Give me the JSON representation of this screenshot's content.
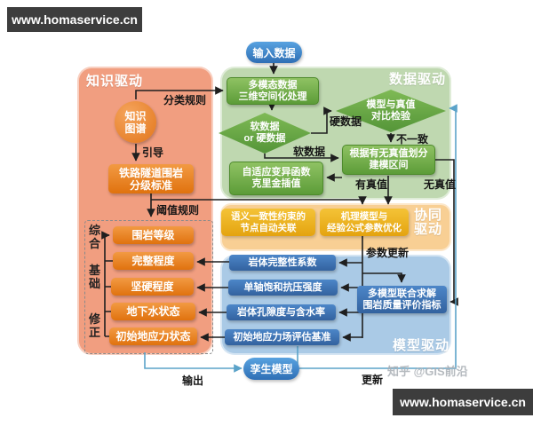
{
  "banners": {
    "top": "www.homaservice.cn",
    "bottom": "www.homaservice.cn"
  },
  "watermark": "知乎 @GIS前沿",
  "sections": {
    "knowledge": {
      "title": "知识驱动"
    },
    "data": {
      "title": "数据驱动"
    },
    "collaborative": {
      "title": [
        "协同",
        "驱动"
      ]
    },
    "model": {
      "title": "模型驱动"
    }
  },
  "nodes": {
    "input_data": {
      "lines": [
        "输入数据"
      ]
    },
    "multimodal": {
      "lines": [
        "多模态数据",
        "三维空间化处理"
      ]
    },
    "soft_or_hard": {
      "lines": [
        "软数据",
        "or 硬数据"
      ]
    },
    "compare_check": {
      "lines": [
        "模型与真值",
        "对比检验"
      ]
    },
    "interval": {
      "lines": [
        "根据有无真值划分",
        "建模区间"
      ]
    },
    "kriging": {
      "lines": [
        "自适应变异函数",
        "克里金插值"
      ]
    },
    "semantic": {
      "lines": [
        "语义一致性约束的",
        "节点自动关联"
      ]
    },
    "mechanism": {
      "lines": [
        "机理模型与",
        "经验公式参数优化"
      ]
    },
    "knowledge_graph": {
      "lines": [
        "知识",
        "图谱"
      ]
    },
    "railway_standard": {
      "lines": [
        "铁路隧道围岩",
        "分级标准"
      ]
    },
    "rock_grade": {
      "lines": [
        "围岩等级"
      ]
    },
    "integrity": {
      "lines": [
        "完整程度"
      ]
    },
    "hardness": {
      "lines": [
        "坚硬程度"
      ]
    },
    "groundwater": {
      "lines": [
        "地下水状态"
      ]
    },
    "initial_stress": {
      "lines": [
        "初始地应力状态"
      ]
    },
    "integrity_coeff": {
      "lines": [
        "岩体完整性系数"
      ]
    },
    "compressive_strength": {
      "lines": [
        "单轴饱和抗压强度"
      ]
    },
    "porosity_water": {
      "lines": [
        "岩体孔隙度与含水率"
      ]
    },
    "stress_benchmark": {
      "lines": [
        "初始地应力场评估基准"
      ]
    },
    "multi_model": {
      "lines": [
        "多模型联合求解",
        "围岩质量评价指标"
      ]
    },
    "twin_model": {
      "lines": [
        "孪生模型"
      ]
    }
  },
  "labels": {
    "classification_rules": "分类规则",
    "guide": "引导",
    "threshold_rules": "阈值规则",
    "hard_data": "硬数据",
    "soft_data": "软数据",
    "inconsistent": "不一致",
    "has_truth": "有真值",
    "no_truth": "无真值",
    "param_update": "参数更新",
    "output": "输出",
    "update": "更新",
    "comprehensive": "综合",
    "basic": "基础",
    "correction": "修正"
  },
  "colors": {
    "knowledge_section": "#F19E80",
    "data_section": "#BFD8B0",
    "collaborative_section": "#F8CF94",
    "model_section": "#AACAE6",
    "green_node": "#6FAE46",
    "orange_node": "#EC8322",
    "gold_node": "#EFB42A",
    "blue_node": "#3E74B8",
    "pill_blue": "#4A90D9",
    "teal_line": "#5BA3C9",
    "banner_bg": "#3D3D3D"
  }
}
